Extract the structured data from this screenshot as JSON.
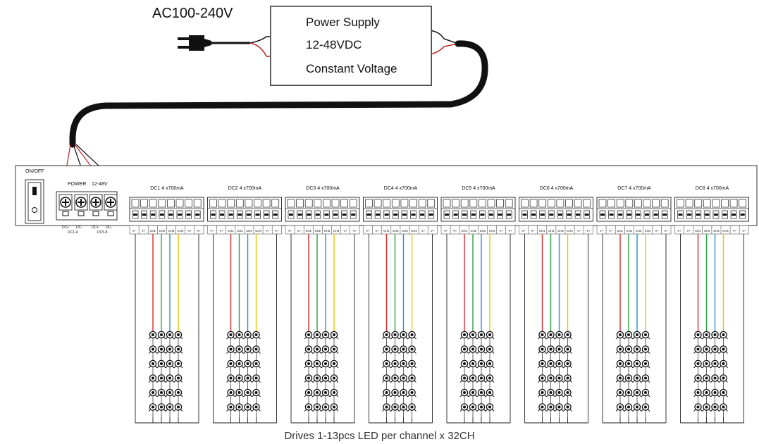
{
  "power_input": {
    "label": "AC100-240V"
  },
  "power_supply": {
    "lines": [
      "Power Supply",
      "12-48VDC",
      "Constant Voltage"
    ]
  },
  "controller": {
    "switch_label": "ON/OFF",
    "power_label": "POWER",
    "voltage_label": "12-48V",
    "power_terminals": [
      {
        "pos": "DC+",
        "neg": "DC-",
        "range": "DC1-4"
      },
      {
        "pos": "DC+",
        "neg": "DC-",
        "range": "DC5-8"
      }
    ],
    "port_labels": [
      "V+",
      "V+",
      "CH1",
      "CH2",
      "CH3",
      "CH4",
      "V+",
      "V+"
    ],
    "groups": [
      {
        "title": "DC1  4 x700mA"
      },
      {
        "title": "DC2  4 x700mA"
      },
      {
        "title": "DC3  4 x700mA"
      },
      {
        "title": "DC4  4 x700mA"
      },
      {
        "title": "DC5  4 x700mA"
      },
      {
        "title": "DC6  4 x700mA"
      },
      {
        "title": "DC7  4 x700mA"
      },
      {
        "title": "DC8  4 x700mA"
      }
    ]
  },
  "wire_colors": [
    "#d42a2a",
    "#2ea043",
    "#2a8fd4",
    "#e8c500"
  ],
  "led_rows_per_group": 6,
  "caption": "Drives 1-13pcs LED per channel x 32CH"
}
